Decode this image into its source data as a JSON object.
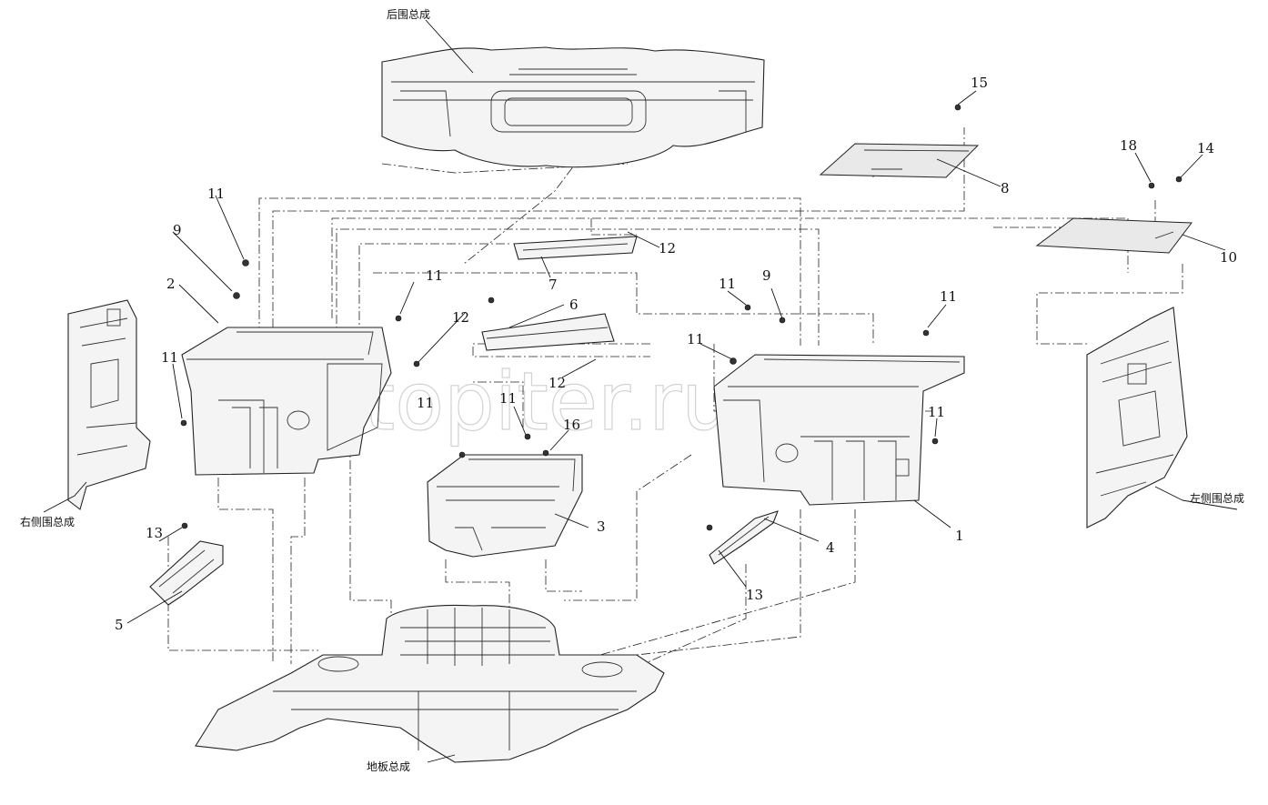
{
  "watermark": "autopiter.ru",
  "assembly_labels": {
    "rear": "后围总成",
    "right_side": "右侧围总成",
    "left_side": "左侧围总成",
    "floor": "地板总成"
  },
  "callouts": {
    "c1": "1",
    "c2": "2",
    "c3": "3",
    "c4": "4",
    "c5": "5",
    "c6": "6",
    "c7": "7",
    "c8": "8",
    "c9a": "9",
    "c9b": "9",
    "c10": "10",
    "c11a": "11",
    "c11b": "11",
    "c11c": "11",
    "c11d": "11",
    "c11e": "11",
    "c11f": "11",
    "c11g": "11",
    "c11h": "11",
    "c11i": "11",
    "c12a": "12",
    "c12b": "12",
    "c12c": "12",
    "c13a": "13",
    "c13b": "13",
    "c14": "14",
    "c15": "15",
    "c16": "16",
    "c18": "18"
  }
}
